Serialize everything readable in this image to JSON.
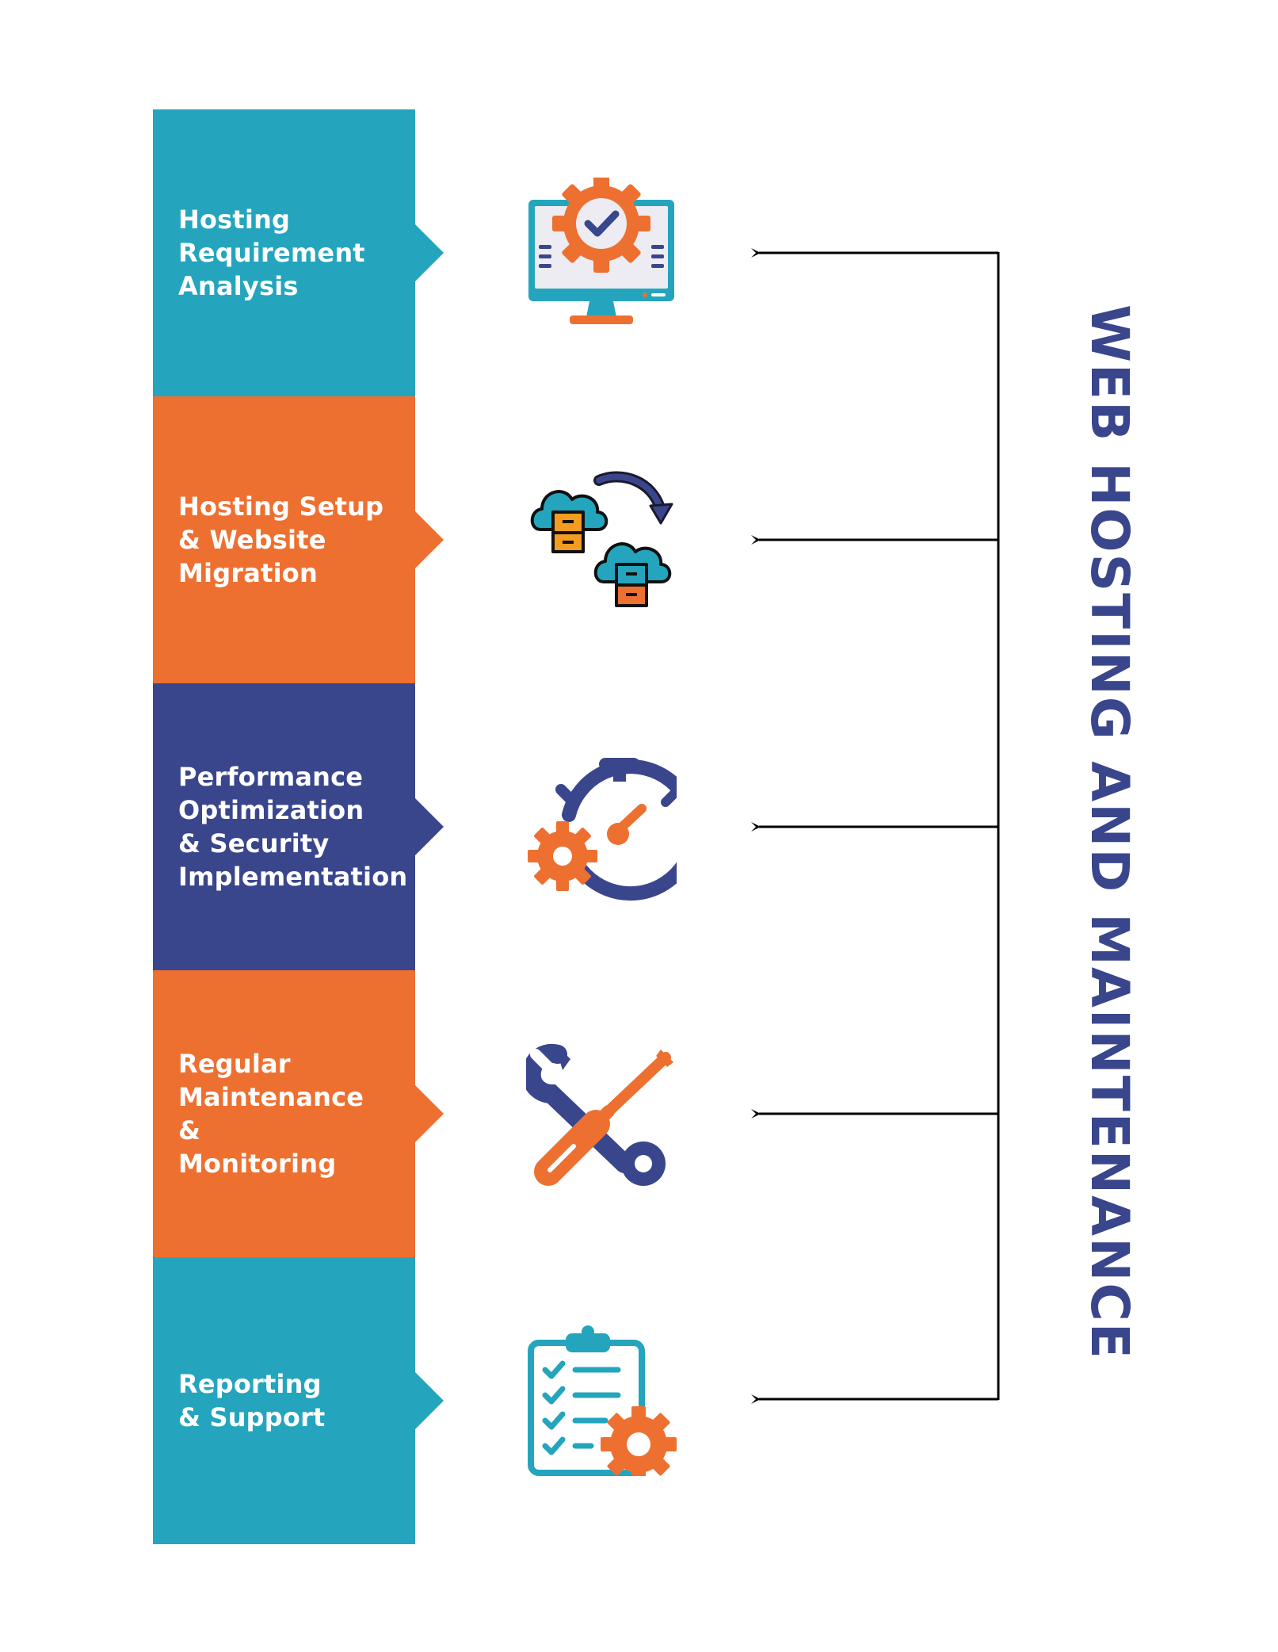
{
  "title": "WEB HOSTING AND MAINTENANCE",
  "colors": {
    "teal": "#24A5BD",
    "orange": "#EE7031",
    "navy": "#3A468C",
    "arrow": "#000000",
    "title": "#3A468C"
  },
  "steps": [
    {
      "label": "Hosting\nRequirement\nAnalysis",
      "color": "#24A5BD",
      "icon": "monitor-gear-check-icon"
    },
    {
      "label": "Hosting Setup\n& Website\nMigration",
      "color": "#EE7031",
      "icon": "cloud-server-migration-icon"
    },
    {
      "label": "Performance\nOptimization\n& Security\nImplementation",
      "color": "#3A468C",
      "icon": "stopwatch-gear-icon"
    },
    {
      "label": "Regular\nMaintenance\n&\nMonitoring",
      "color": "#EE7031",
      "icon": "wrench-screwdriver-icon"
    },
    {
      "label": "Reporting\n& Support",
      "color": "#24A5BD",
      "icon": "checklist-gear-icon"
    }
  ]
}
